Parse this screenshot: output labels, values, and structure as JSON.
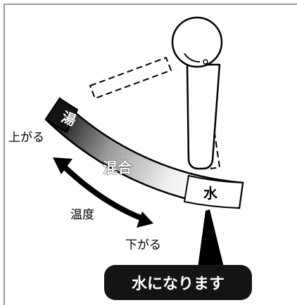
{
  "diagram": {
    "labels": {
      "hot": "湯",
      "mixed": "混合",
      "cold": "水",
      "temperature": "温度",
      "up": "上がる",
      "down": "下がる"
    },
    "callout": "水になります"
  },
  "colors": {
    "ink": "#000000",
    "background": "#ffffff",
    "gradient_dark": "#141414",
    "gradient_light": "#ffffff"
  },
  "icons": {
    "lever": "faucet-lever-handle",
    "arrow": "double-headed-curved-arrow"
  }
}
